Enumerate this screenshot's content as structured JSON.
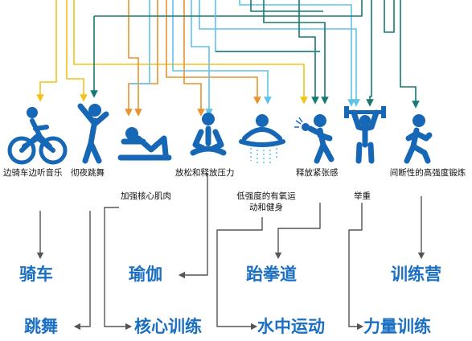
{
  "activities": [
    {
      "id": "cycling",
      "label": "边骑车边听音乐",
      "icon": "cycling-figure-icon"
    },
    {
      "id": "dance",
      "label": "彻夜跳舞",
      "icon": "dancing-figure-icon"
    },
    {
      "id": "core",
      "label": "加强核心肌肉",
      "icon": "situp-figure-icon"
    },
    {
      "id": "relax",
      "label": "放松和释放压力",
      "icon": "meditation-figure-icon"
    },
    {
      "id": "swim",
      "label": "低强度的有氧运动和健身",
      "icon": "swimming-figure-icon"
    },
    {
      "id": "tension",
      "label": "释放紧张感",
      "icon": "boxing-figure-icon"
    },
    {
      "id": "lift",
      "label": "举重",
      "icon": "weightlifting-figure-icon"
    },
    {
      "id": "interval",
      "label": "间断性的高强度锻炼",
      "icon": "running-figure-icon"
    }
  ],
  "programs": {
    "cycling": "骑车",
    "yoga": "瑜伽",
    "taekwondo": "跆拳道",
    "camp": "训练营",
    "dance": "跳舞",
    "core": "核心训练",
    "aqua": "水中运动",
    "strength": "力量训练"
  },
  "colors": {
    "text_blue": "#1b6fc2",
    "icon_blue": "#1667b5",
    "line_yellow": "#f2c318",
    "line_orange": "#e8932e",
    "line_lightblue": "#5fc3e8",
    "line_teal": "#167a72",
    "line_gray": "#555555"
  }
}
